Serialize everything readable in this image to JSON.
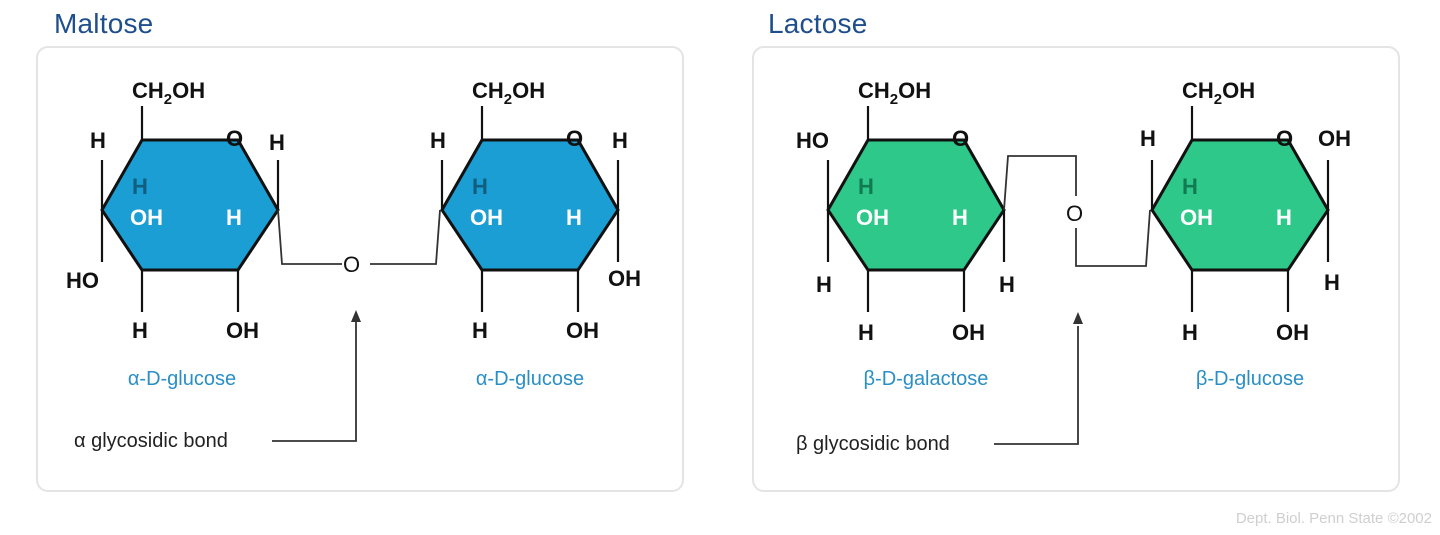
{
  "maltose": {
    "title": "Maltose",
    "ring_color": "#1b9ed3",
    "left_label": "α-D-glucose",
    "right_label": "α-D-glucose",
    "bond_label": "α glycosidic bond",
    "link_oxygen": "O"
  },
  "lactose": {
    "title": "Lactose",
    "ring_color": "#2ec98a",
    "left_label": "β-D-galactose",
    "right_label": "β-D-glucose",
    "bond_label": "β glycosidic bond",
    "link_oxygen": "O"
  },
  "atoms": {
    "ch2oh": "CH",
    "ch2oh_sub": "2",
    "ch2oh_tail": "OH",
    "h": "H",
    "oh": "OH",
    "ho": "HO",
    "o": "O"
  },
  "colors": {
    "title": "#1f4e8c",
    "label": "#2a8fc6",
    "credit": "#cfcfcf"
  },
  "credit": "Dept. Biol. Penn State ©2002"
}
